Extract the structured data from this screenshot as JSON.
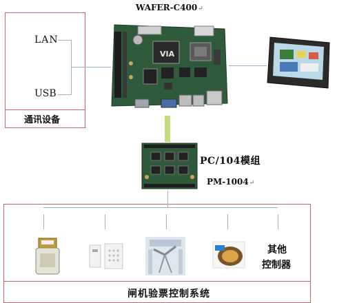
{
  "main_board": {
    "title": "WAFER-C400",
    "chip_text": "VIA"
  },
  "comm": {
    "lan": "LAN",
    "usb": "USB",
    "caption": "通讯设备"
  },
  "pc104": {
    "title": "PC/104模组",
    "model": "PM-1004"
  },
  "gate_system": {
    "caption": "闸机验票控制系统",
    "other_controller_line1": "其他",
    "other_controller_line2": "控制器"
  },
  "colors": {
    "frame_red": "#c9626b",
    "connector_blue": "#9ab3c8",
    "connector_green": "#c3de7a",
    "pcb_green": "#2f5b3a"
  },
  "icons": [
    "mainboard-icon",
    "touch-panel-icon",
    "pc104-module-icon",
    "card-reader-icon",
    "keypad-icon",
    "turnstile-icon",
    "ticket-device-icon"
  ]
}
